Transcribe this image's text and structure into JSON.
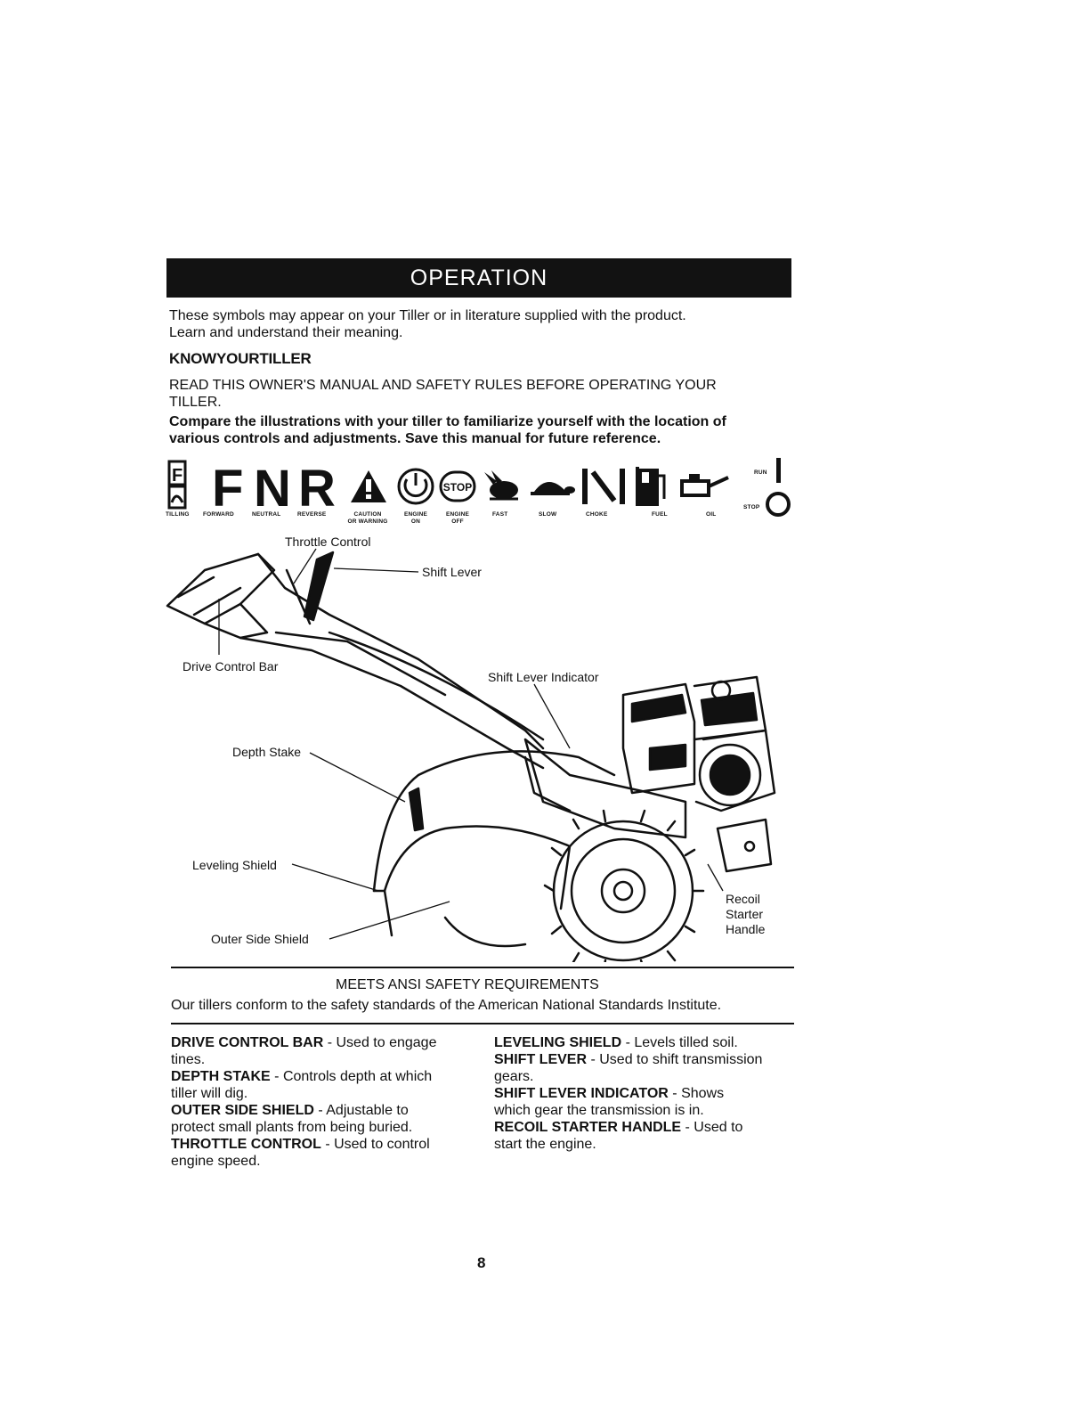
{
  "banner": "OPERATION",
  "intro": {
    "line1": "These symbols  may appear on your Tiller or in literature supplied with the product.",
    "line2": "Learn and understand their meaning."
  },
  "know_heading": "KNOWYOURTILLER",
  "read_text": {
    "line1": "READ THIS OWNER'S MANUAL AND SAFETY RULES BEFORE OPERATING YOUR",
    "line2": "TILLER."
  },
  "compare_text": {
    "line1": "Compare the illustrations with your tiller to familiarize yourself with the location of",
    "line2": "various controls and adjustments. Save this manual for future reference."
  },
  "symbols": {
    "tilling": "TILLING",
    "forward_glyph": "F",
    "forward": "FORWARD",
    "neutral_glyph": "N",
    "neutral": "NEUTRAL",
    "reverse_glyph": "R",
    "reverse": "REVERSE",
    "caution": "CAUTION",
    "caution2": "OR WARNING",
    "engine_on1": "ENGINE",
    "engine_on2": "ON",
    "engine_off1": "ENGINE",
    "engine_off2": "OFF",
    "stop_glyph": "STOP",
    "fast": "FAST",
    "slow": "SLOW",
    "choke": "CHOKE",
    "fuel": "FUEL",
    "oil": "OIL",
    "run": "RUN",
    "stop": "STOP"
  },
  "diagram_labels": {
    "throttle_control": "Throttle Control",
    "shift_lever": "Shift Lever",
    "drive_control_bar": "Drive Control Bar",
    "shift_lever_indicator": "Shift Lever Indicator",
    "depth_stake": "Depth Stake",
    "leveling_shield": "Leveling Shield",
    "recoil1": "Recoil",
    "recoil2": "Starter",
    "recoil3": "Handle",
    "outer_side_shield": "Outer Side Shield"
  },
  "ansi": {
    "heading": "MEETS ANSI SAFETY REQUIREMENTS",
    "text": "Our tillers conform to the safety standards of the American National Standards Institute."
  },
  "definitions_left": [
    {
      "term": "DRIVE CONTROL BAR",
      "line1": " - Used to engage",
      "line2": "tines."
    },
    {
      "term": "DEPTH STAKE",
      "line1": " - Controls depth at which",
      "line2": "tiller will dig."
    },
    {
      "term": "OUTER SIDE SHIELD",
      "line1": " - Adjustable to",
      "line2": "protect small plants from being buried."
    },
    {
      "term": "THROTTLE CONTROL",
      "line1": " - Used to control",
      "line2": "engine speed."
    }
  ],
  "definitions_right": [
    {
      "term": "LEVELING SHIELD",
      "line1": " - Levels tilled soil.",
      "line2": ""
    },
    {
      "term": "SHIFT LEVER",
      "line1": " - Used to shift transmission",
      "line2": "gears."
    },
    {
      "term": "SHIFT LEVER INDICATOR",
      "line1": " - Shows",
      "line2": "which gear the transmission is in."
    },
    {
      "term": "RECOIL STARTER HANDLE",
      "line1": " - Used to",
      "line2": "start the engine."
    }
  ],
  "page_number": "8"
}
